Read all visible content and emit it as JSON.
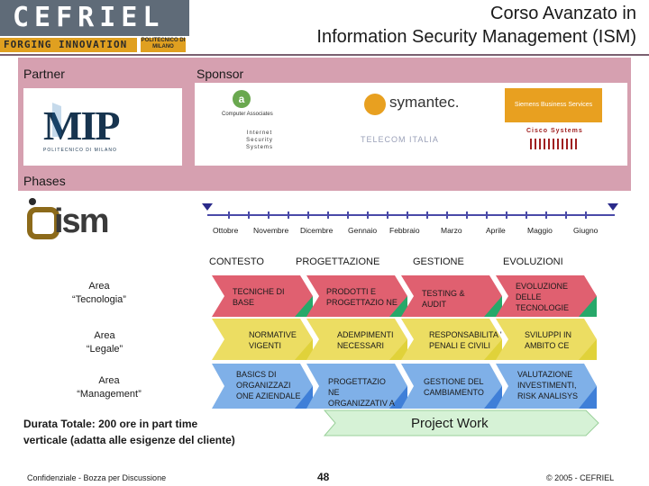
{
  "header": {
    "logo_text": "CEFRIEL",
    "tagline": "FORGING INNOVATION",
    "polimi": "POLITECNICO DI MILANO",
    "title_line1": "Corso Avanzato in",
    "title_line2": "Information Security Management (ISM)"
  },
  "sections": {
    "partner": "Partner",
    "sponsor": "Sponsor",
    "phases": "Phases"
  },
  "partners": {
    "mip_logo": "MIP",
    "mip_sub": "POLITECNICO DI MILANO"
  },
  "sponsors": {
    "computer_associates": "Computer Associates",
    "iss": "Internet Security Systems",
    "symantec": "symantec.",
    "telecom": "TELECOM ITALIA",
    "siemens": "Siemens Business Services",
    "cisco": "Cisco Systems"
  },
  "ism_logo": "ism",
  "timeline": {
    "months": [
      "Ottobre",
      "Novembre",
      "Dicembre",
      "Gennaio",
      "Febbraio",
      "Marzo",
      "Aprile",
      "Maggio",
      "Giugno"
    ],
    "columns": [
      "CONTESTO",
      "PROGETTAZIONE",
      "GESTIONE",
      "EVOLUZIONI"
    ]
  },
  "areas": [
    {
      "line1": "Area",
      "line2": "“Tecnologia”"
    },
    {
      "line1": "Area",
      "line2": "“Legale”"
    },
    {
      "line1": "Area",
      "line2": "“Management”"
    }
  ],
  "rows": [
    {
      "color": "#e06070",
      "cells": [
        "TECNICHE DI BASE",
        "PRODOTTI E PROGETTAZIO NE",
        "TESTING & AUDIT",
        "EVOLUZIONE DELLE TECNOLOGIE"
      ]
    },
    {
      "color": "#ecdd62",
      "cells": [
        "NORMATIVE VIGENTI",
        "ADEMPIMENTI NECESSARI",
        "RESPONSABILITA ' PENALI E CIVILI",
        "SVILUPPI IN AMBITO CE"
      ]
    },
    {
      "color": "#7fb0e8",
      "cells": [
        "BASICS DI ORGANIZZAZI ONE AZIENDALE",
        "PROGETTAZIO NE ORGANIZZATIV A",
        "GESTIONE DEL CAMBIAMENTO",
        "VALUTAZIONE INVESTIMENTI, RISK ANALISYS"
      ]
    }
  ],
  "row_accents": {
    "tecnologia": "#27a86a",
    "legale": "#e0d23a",
    "management": "#3f7fd8"
  },
  "project_work": "Project Work",
  "durata": {
    "line1": "Durata Totale: 200 ore in part time",
    "line2": "verticale (adatta alle esigenze del cliente)"
  },
  "footer": {
    "left": "Confidenziale - Bozza per Discussione",
    "page": "48",
    "right": "© 2005 - CEFRIEL"
  }
}
